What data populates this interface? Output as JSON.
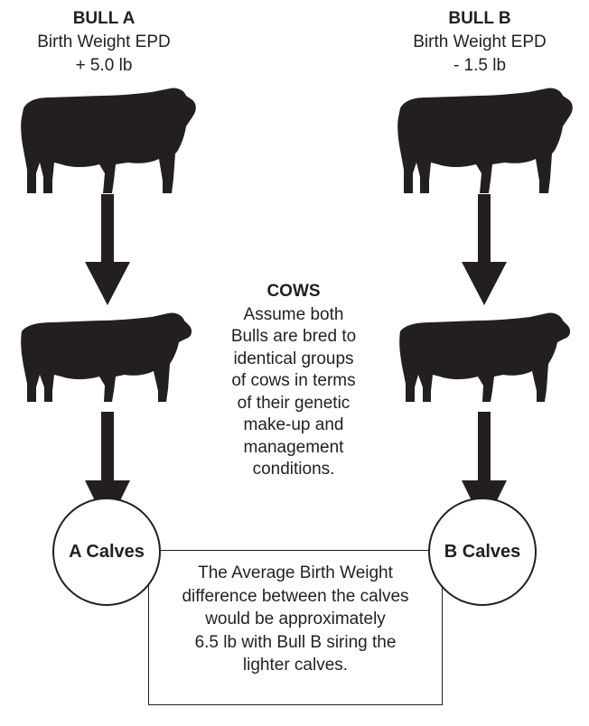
{
  "bull_a": {
    "title": "BULL A",
    "line1": "Birth Weight EPD",
    "line2": "+ 5.0 lb"
  },
  "bull_b": {
    "title": "BULL B",
    "line1": "Birth Weight EPD",
    "line2": "- 1.5 lb"
  },
  "cows": {
    "title": "COWS",
    "lines": [
      "Assume both",
      "Bulls are bred to",
      "identical groups",
      "of cows in terms",
      "of their genetic",
      "make-up and",
      "management",
      "conditions."
    ]
  },
  "calves_a": {
    "label": "A Calves"
  },
  "calves_b": {
    "label": "B Calves"
  },
  "note": {
    "lines": [
      "The Average Birth Weight",
      "difference between the calves",
      "would be approximately",
      "6.5 lb with Bull B siring the",
      "lighter calves."
    ]
  }
}
